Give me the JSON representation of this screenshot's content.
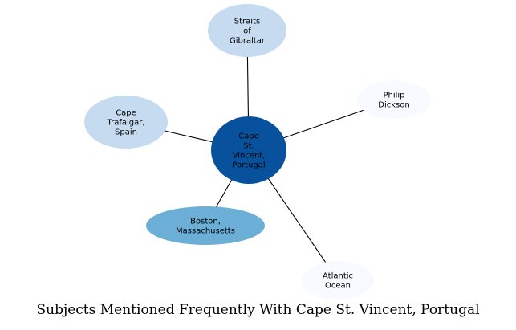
{
  "title": "Subjects Mentioned Frequently With Cape St. Vincent, Portugal",
  "center": {
    "id": "cape-st-vincent",
    "label": [
      "Cape",
      "St.",
      "Vincent,",
      "Portugal"
    ],
    "color": "#08519c"
  },
  "nodes": [
    {
      "id": "straits-of-gibraltar",
      "label": [
        "Straits",
        "of",
        "Gibraltar"
      ],
      "color": "#c6dbef"
    },
    {
      "id": "philip-dickson",
      "label": [
        "Philip",
        "Dickson"
      ],
      "color": "#f7fbff"
    },
    {
      "id": "cape-trafalgar",
      "label": [
        "Cape",
        "Trafalgar,",
        "Spain"
      ],
      "color": "#c6dbef"
    },
    {
      "id": "boston",
      "label": [
        "Boston,",
        "Massachusetts"
      ],
      "color": "#6baed6"
    },
    {
      "id": "atlantic-ocean",
      "label": [
        "Atlantic",
        "Ocean"
      ],
      "color": "#f7fbff"
    }
  ],
  "edges": [
    [
      "cape-st-vincent",
      "straits-of-gibraltar"
    ],
    [
      "cape-st-vincent",
      "philip-dickson"
    ],
    [
      "cape-st-vincent",
      "cape-trafalgar"
    ],
    [
      "cape-st-vincent",
      "boston"
    ],
    [
      "cape-st-vincent",
      "atlantic-ocean"
    ]
  ]
}
